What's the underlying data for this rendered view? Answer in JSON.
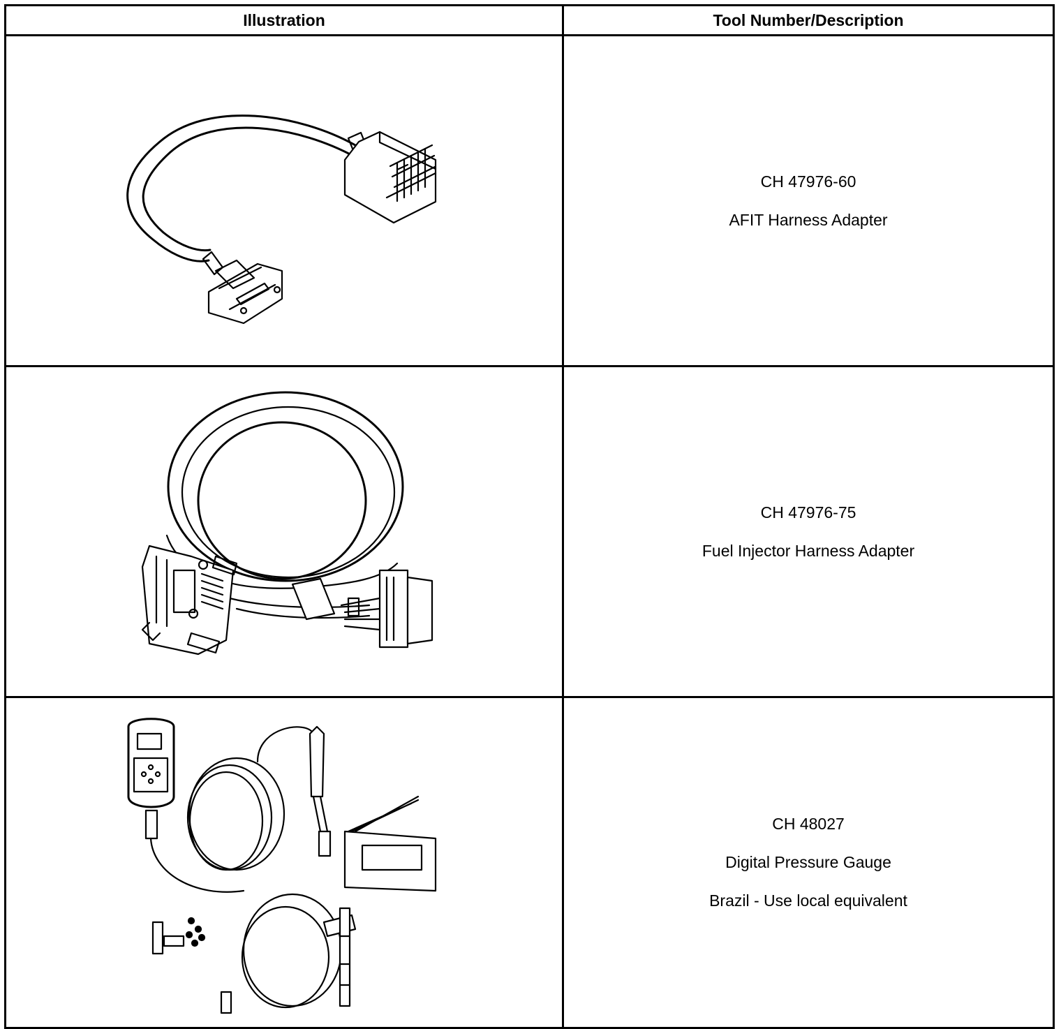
{
  "table": {
    "headers": {
      "illustration": "Illustration",
      "tool": "Tool Number/Description"
    },
    "rows": [
      {
        "number": "CH 47976-60",
        "desc": "AFIT Harness Adapter",
        "illustration_icon": "harness-adapter-illustration"
      },
      {
        "number": "CH 47976-75",
        "desc": "Fuel Injector Harness Adapter",
        "illustration_icon": "fuel-injector-harness-illustration"
      },
      {
        "number": "CH 48027",
        "desc": "Digital Pressure Gauge",
        "note": "Brazil - Use local equivalent",
        "illustration_icon": "pressure-gauge-kit-illustration"
      }
    ]
  }
}
